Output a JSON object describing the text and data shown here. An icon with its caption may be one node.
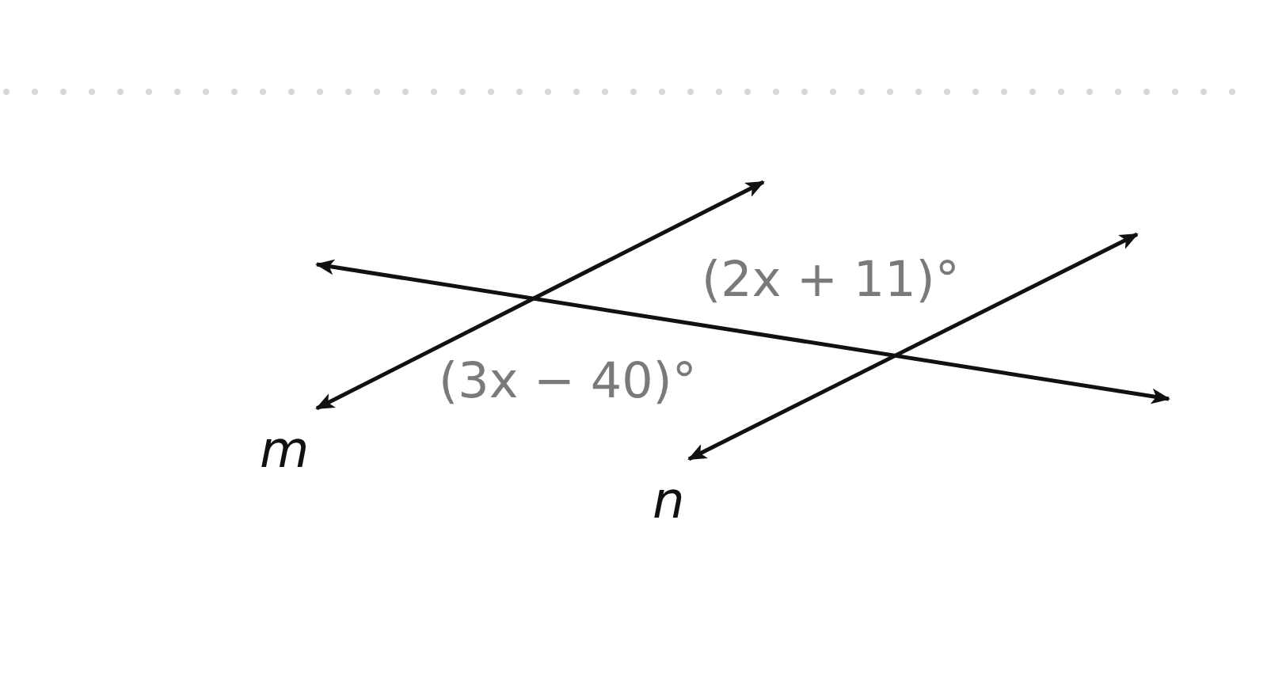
{
  "diagram": {
    "labels": [
      "(2x + 11)°",
      "(3x − 40)°",
      "m",
      "n"
    ]
  }
}
